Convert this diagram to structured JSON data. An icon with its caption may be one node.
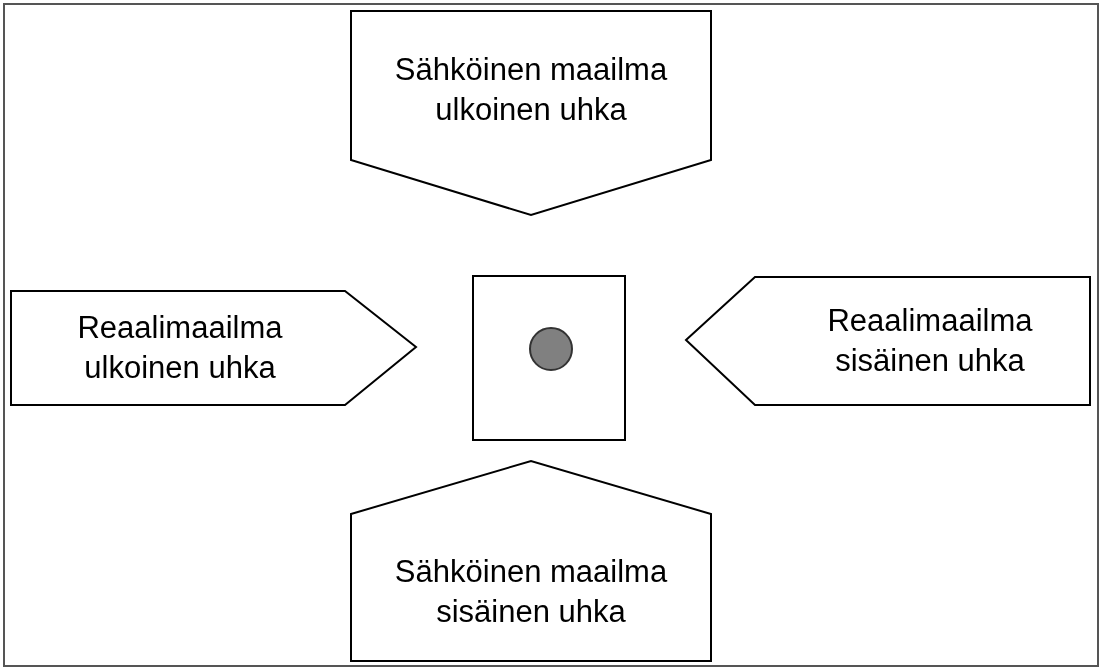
{
  "diagram": {
    "nodes": [
      {
        "text": [
          "Sähköinen maailma ulkoinen uhka"
        ]
      },
      {
        "text": [
          "Reaalimaailma ulkoinen uhka"
        ]
      },
      {
        "text": [],
        "shape": "box"
      },
      {
        "text": [],
        "shape": "circle",
        "in": 2
      },
      {
        "text": [
          "Reaalimaailma sisäinen uhka"
        ]
      },
      {
        "text": [
          "Sähköinen maailma sisäinen uhka"
        ]
      }
    ]
  }
}
